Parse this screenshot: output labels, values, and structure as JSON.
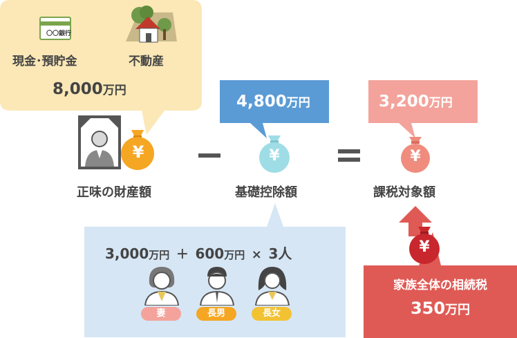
{
  "assets": {
    "bank_label": "〇〇銀行",
    "cash_label": "現金･預貯金",
    "realestate_label": "不動産",
    "total_number": "8,000",
    "total_unit": "万円"
  },
  "basic_deduction": {
    "amount_number": "4,800",
    "amount_unit": "万円",
    "label": "基礎控除額"
  },
  "taxable": {
    "amount_number": "3,200",
    "amount_unit": "万円",
    "label": "課税対象額"
  },
  "net_estate": {
    "label": "正味の財産額"
  },
  "operators": {
    "minus": "－",
    "equals": "＝"
  },
  "formula": {
    "base_number": "3,000",
    "base_unit": "万円",
    "plus": "＋",
    "per_heir_number": "600",
    "per_heir_unit": "万円",
    "times": "×",
    "count": "3人"
  },
  "heirs": [
    {
      "label": "妻"
    },
    {
      "label": "長男"
    },
    {
      "label": "長女"
    }
  ],
  "total_tax": {
    "label": "家族全体の相続税",
    "amount_number": "350",
    "amount_unit": "万円"
  },
  "icons": {
    "yen": "¥"
  },
  "colors": {
    "asset_bubble": "#fbe8b6",
    "deduction_blue": "#5b9bd5",
    "deduction_bag": "#9fdde6",
    "taxable_pink": "#f3a39b",
    "taxable_bag": "#f08c7e",
    "net_bag": "#f5a623",
    "formula_bg": "#d6e6f5",
    "tax_red": "#e05a55",
    "tax_bag": "#c8272d"
  }
}
